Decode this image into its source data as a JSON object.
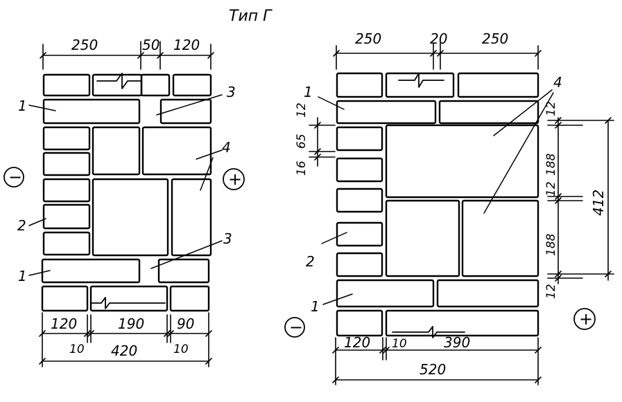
{
  "title": "Тип Г",
  "left_panel": {
    "dims_top": [
      "250",
      "50",
      "120"
    ],
    "dims_bottom_upper": [
      "120",
      "190",
      "90"
    ],
    "dims_bottom_lower": [
      "10",
      "420",
      "10"
    ],
    "labels": [
      "1",
      "3",
      "4",
      "2",
      "3",
      "1"
    ],
    "sign_left": "−",
    "sign_right": "+"
  },
  "right_panel": {
    "dims_top": [
      "250",
      "20",
      "250"
    ],
    "dims_left": [
      "12",
      "65",
      "16"
    ],
    "dims_right": [
      "12",
      "188",
      "12",
      "188",
      "12"
    ],
    "dim_total_height": "412",
    "dims_bottom_upper": [
      "120",
      "10",
      "390"
    ],
    "dim_bottom_total": "520",
    "labels": [
      "1",
      "4",
      "2",
      "1"
    ],
    "sign_left": "−",
    "sign_right": "+"
  },
  "icons": {
    "break_mark": "break-line-icon",
    "minus_sign": "minus-circle-icon",
    "plus_sign": "plus-circle-icon"
  },
  "colors": {
    "ink": "#000000",
    "paper": "#ffffff"
  }
}
